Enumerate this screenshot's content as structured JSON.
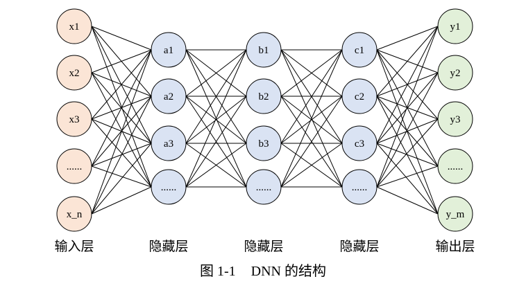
{
  "colors": {
    "input_fill": "#fbe5d6",
    "hidden_fill": "#dae3f3",
    "output_fill": "#e2f0d9",
    "stroke": "#000000"
  },
  "layers": [
    {
      "id": "input",
      "label": "输入层",
      "fill_key": "input_fill",
      "nodes": [
        "x1",
        "x2",
        "x3",
        "......",
        "x_n"
      ]
    },
    {
      "id": "hidden1",
      "label": "隐藏层",
      "fill_key": "hidden_fill",
      "nodes": [
        "a1",
        "a2",
        "a3",
        "......"
      ]
    },
    {
      "id": "hidden2",
      "label": "隐藏层",
      "fill_key": "hidden_fill",
      "nodes": [
        "b1",
        "b2",
        "b3",
        "......"
      ]
    },
    {
      "id": "hidden3",
      "label": "隐藏层",
      "fill_key": "hidden_fill",
      "nodes": [
        "c1",
        "c2",
        "c3",
        "......"
      ]
    },
    {
      "id": "output",
      "label": "输出层",
      "fill_key": "output_fill",
      "nodes": [
        "y1",
        "y2",
        "y3",
        "......",
        "y_m"
      ]
    }
  ],
  "caption": {
    "number": "图 1-1",
    "title": "DNN 的结构"
  }
}
